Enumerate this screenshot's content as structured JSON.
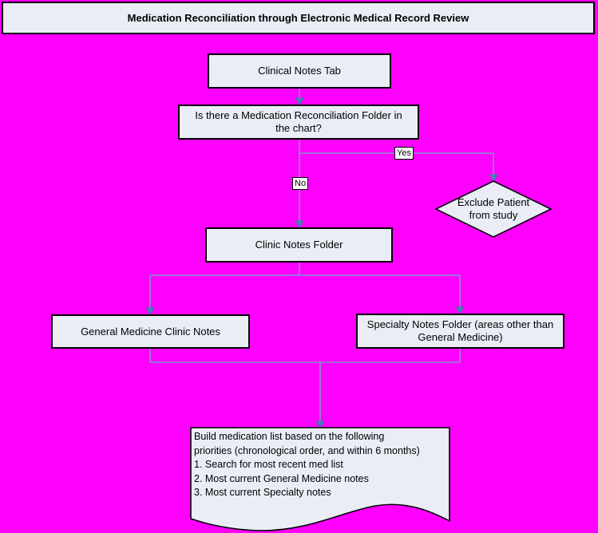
{
  "title": {
    "text": "Medication Reconciliation through Electronic Medical Record Review"
  },
  "flowchart": {
    "nodes": {
      "clinical_notes_tab": {
        "label": "Clinical Notes Tab"
      },
      "question": {
        "line1": "Is there a Medication Reconciliation Folder in",
        "line2": "the chart?"
      },
      "exclude_patient": {
        "line1": "Exclude Patient",
        "line2": "from study"
      },
      "clinic_notes_folder": {
        "label": "Clinic Notes Folder"
      },
      "general_medicine": {
        "label": "General Medicine Clinic Notes"
      },
      "specialty_notes": {
        "line1": "Specialty Notes Folder (areas other than",
        "line2": "General Medicine)"
      },
      "build_list": {
        "line1": "Build medication list based on the following",
        "line2": "priorities (chronological order, and within 6 months)",
        "line3": "1. Search for most recent med list",
        "line4": "2. Most current General Medicine notes",
        "line5": "3. Most current Specialty notes"
      }
    },
    "edge_labels": {
      "yes": "Yes",
      "no": "No"
    },
    "colors": {
      "background": "#FF00FF",
      "node_fill": "#EAEDF6",
      "node_border": "#000000",
      "connector": "#8095CB",
      "arrowhead_fill": "#4E7FBE",
      "arrowhead_stroke": "#2E7C9E"
    }
  }
}
